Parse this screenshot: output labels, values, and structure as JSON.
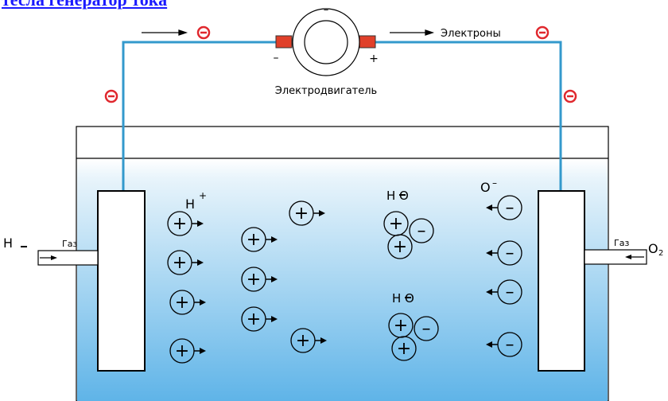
{
  "title_link": "тесла  генератор тока",
  "labels": {
    "electrons": "Электроны",
    "motor": "Электродвигатель",
    "gas_left": "Газ",
    "gas_right": "Газ",
    "h_left": "H",
    "o2_right": "O",
    "o2_sub": "2",
    "h_plus": "H",
    "h_plus_sup": "+",
    "h2o_top": "H O",
    "h2o_bottom": "H O",
    "o_minus": "O",
    "o_minus_sup": "–",
    "motor_minus": "–",
    "motor_plus": "+",
    "motor_top_minus": "–"
  },
  "symbols": {
    "plus": "+",
    "minus": "–"
  },
  "colors": {
    "wire": "#3399cc",
    "electron": "#e0282e",
    "terminal": "#e0402a",
    "link": "#1a1aff",
    "water_top": "#e8f4fb",
    "water_bottom": "#5fb4e8"
  },
  "icons": [
    "motor-icon",
    "electron-icon",
    "ion-plus-icon",
    "ion-minus-icon"
  ]
}
